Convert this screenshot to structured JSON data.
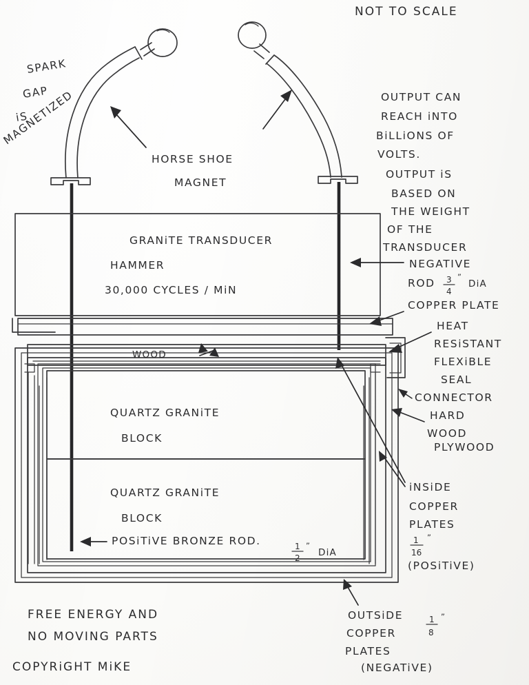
{
  "sheet": {
    "title": "Free energy granite transducer sketch",
    "ink_color": "#2c2c2e",
    "paper_color": "#fdfdfb"
  },
  "notes": {
    "not_to_scale": "NOT TO SCALE",
    "spark_gap": {
      "l1": "SPARK",
      "l2": "GAP",
      "l3": "iS",
      "l4": "MAGNETIZED"
    },
    "horse_shoe": {
      "l1": "HORSE SHOE",
      "l2": "MAGNET"
    },
    "output": {
      "l1": "OUTPUT CAN",
      "l2": "REACH   iNTO",
      "l3": "BiLLiONS   OF",
      "l4": "VOLTS.",
      "l5": "OUTPUT iS",
      "l6": "BASED ON",
      "l7": "THE WEIGHT",
      "l8": "OF THE",
      "l9": "TRANSDUCER"
    },
    "negative_rod": {
      "l1": "NEGATIVE",
      "l2": "ROD",
      "num": "3",
      "den": "4",
      "unit": "”",
      "tail": "DiA"
    },
    "copper_plate": "COPPER PLATE",
    "seal": {
      "l1": "HEAT",
      "l2": "RESiSTANT",
      "l3": "FLEXiBLE",
      "l4": "SEAL"
    },
    "connector": "CONNECTOR",
    "plywood": {
      "l1": "HARD",
      "l2": "WOOD",
      "l3": "PLYWOOD"
    },
    "inside_plates": {
      "l1": "iNSiDE",
      "l2": "COPPER",
      "l3": "PLATES",
      "num": "1",
      "den": "16",
      "unit": "”",
      "l4": "(POSiTiVE)"
    },
    "outside_plates": {
      "l1": "OUTSiDE",
      "l2": "COPPER",
      "l3": "PLATES",
      "num": "1",
      "den": "8",
      "unit": "”",
      "l4": "(NEGATiVE)"
    },
    "wood": "WOOD",
    "footer": {
      "l1": "FREE   ENERGY   AND",
      "l2": "NO    MOVING   PARTS",
      "l3": "COPYRiGHT  MiKE"
    }
  },
  "transducer": {
    "l1": "GRANiTE  TRANSDUCER",
    "l2": "HAMMER",
    "l3": "30,000  CYCLES / MiN"
  },
  "blocks": {
    "upper": {
      "l1": "QUARTZ    GRANiTE",
      "l2": "BLOCK"
    },
    "lower": {
      "l1": "QUARTZ    GRANiTE",
      "l2": "BLOCK"
    },
    "bronze": {
      "l1": "POSiTiVE   BRONZE  ROD.",
      "num": "1",
      "den": "2",
      "unit": "”",
      "tail": "DiA"
    }
  }
}
